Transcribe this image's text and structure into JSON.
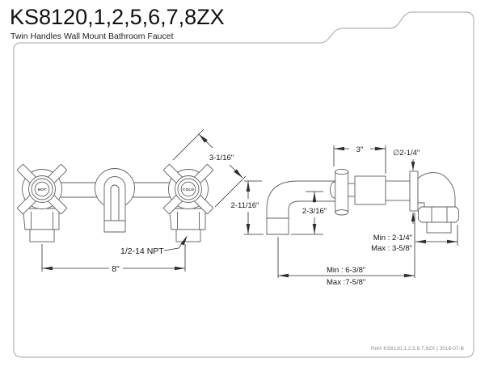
{
  "header": {
    "title": "KS8120,1,2,5,6,7,8ZX",
    "subtitle": "Twin Handles Wall Mount Bathroom Faucet"
  },
  "front_view": {
    "hot": "HOT",
    "cold": "COLD",
    "dim_handle": "3-1/16\"",
    "dim_spread": "8\"",
    "dim_thread": "1/2-14 NPT"
  },
  "side_view": {
    "dim_height": "2-11/16\"",
    "dim_outlet": "2-3/16\"",
    "dim_body": "3\"",
    "dim_flange": "∅2-1/4\"",
    "wall_min": "Min : 2-1/4\"",
    "wall_max": "Max : 3-5/8\"",
    "reach_min": "Min : 6-3/8\"",
    "reach_max": "Max :7-5/8\""
  },
  "footer": {
    "ref_text": "Ref# KS8120,1,2,5,6,7,8ZX | 2018-07-B"
  }
}
